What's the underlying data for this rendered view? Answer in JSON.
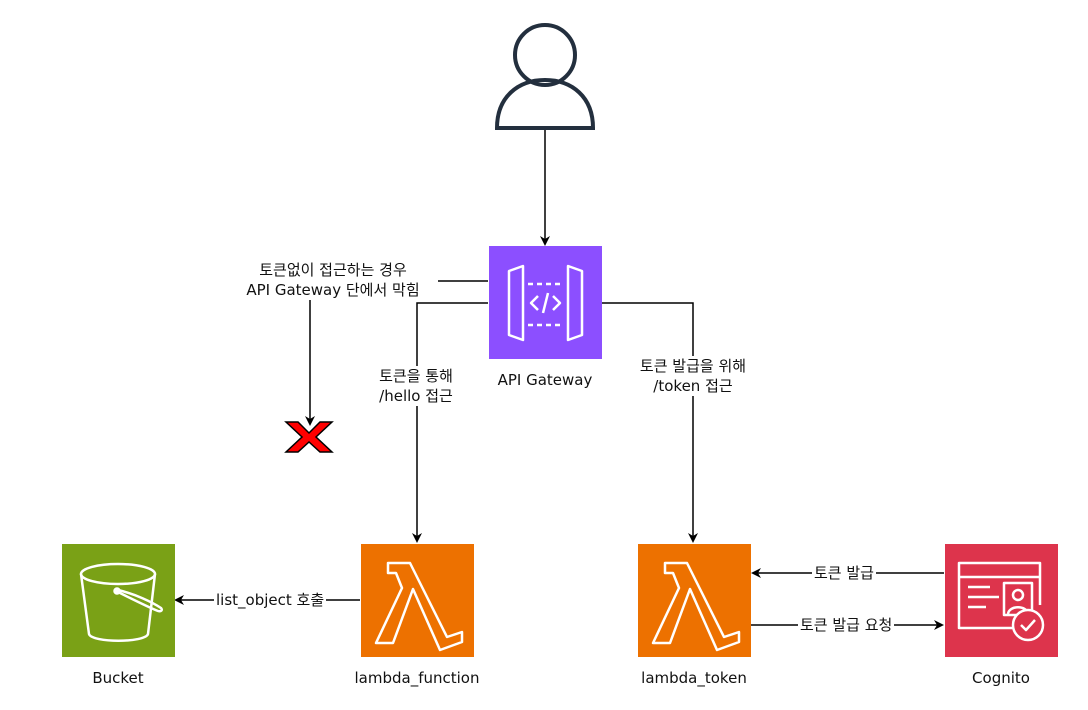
{
  "nodes": {
    "user": {
      "name": ""
    },
    "api_gateway": {
      "label": "API Gateway"
    },
    "lambda_function": {
      "label": "lambda_function"
    },
    "lambda_token": {
      "label": "lambda_token"
    },
    "bucket": {
      "label": "Bucket"
    },
    "cognito": {
      "label": "Cognito"
    }
  },
  "edges": {
    "blocked_line1": "토큰없이 접근하는 경우",
    "blocked_line2": "API Gateway 단에서 막힘",
    "hello_line1": "토큰을 통해",
    "hello_line2": "/hello 접근",
    "token_line1": "토큰 발급을 위해",
    "token_line2": "/token 접근",
    "list_object": "list_object 호출",
    "token_issued": "토큰 발급",
    "token_request": "토큰 발급 요청"
  },
  "colors": {
    "api_gateway": "#8C4FFF",
    "lambda": "#ED7100",
    "s3": "#7AA116",
    "cognito": "#DD344C",
    "blocked_x": "#ff0000",
    "line": "#000000"
  },
  "icons": {
    "user": "user-icon",
    "api_gateway": "api-gateway-icon",
    "lambda": "lambda-icon",
    "s3": "s3-bucket-icon",
    "cognito": "cognito-icon",
    "blocked": "blocked-x-icon"
  }
}
